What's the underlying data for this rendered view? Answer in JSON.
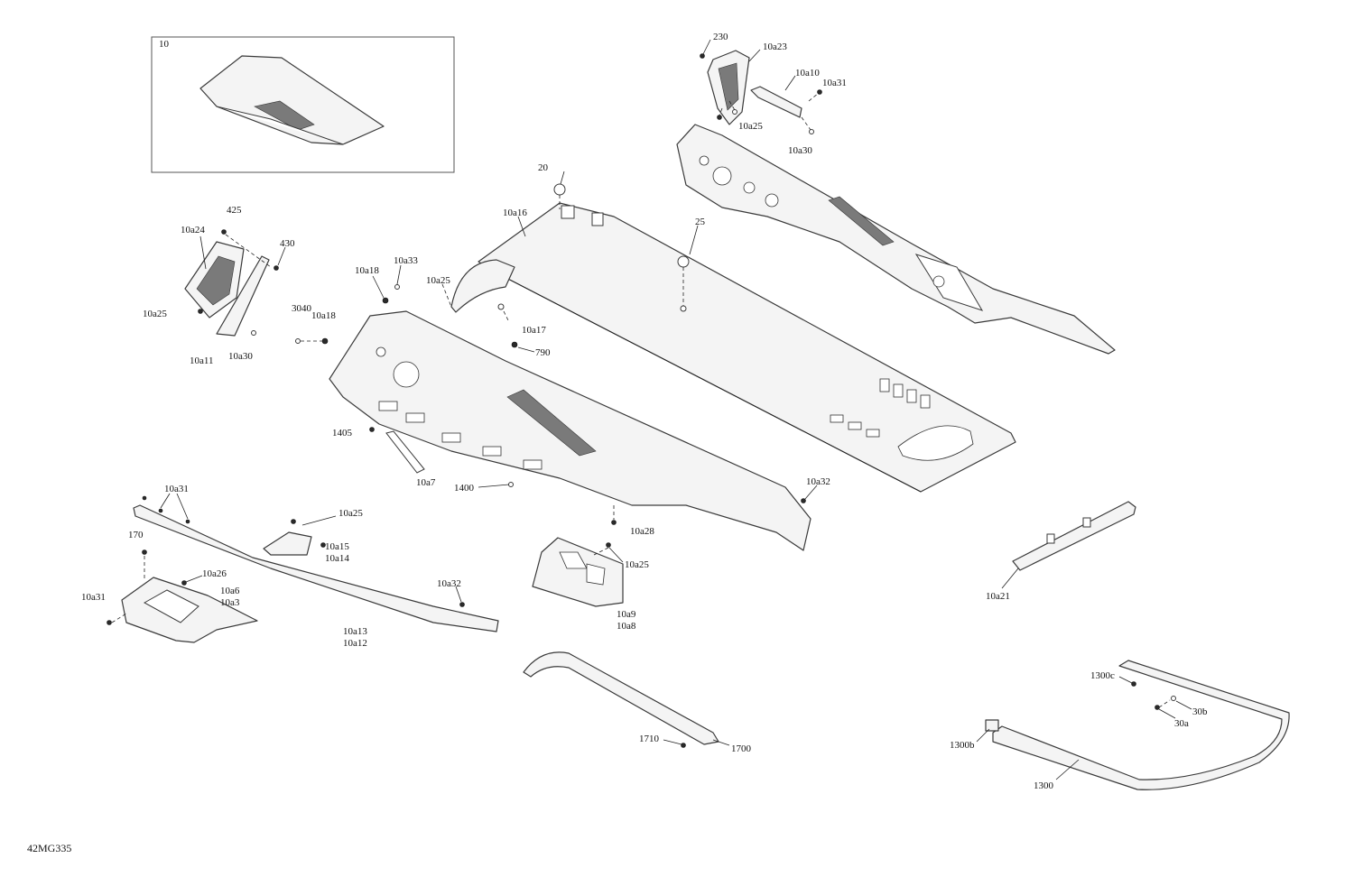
{
  "diagram_code": "42MG335",
  "callouts": {
    "c10": "10",
    "c230": "230",
    "c10a23": "10a23",
    "c10a10": "10a10",
    "c10a31_top": "10a31",
    "c10a25_top": "10a25",
    "c10a30_top": "10a30",
    "c20": "20",
    "c10a16": "10a16",
    "c25": "25",
    "c425": "425",
    "c10a24": "10a24",
    "c430": "430",
    "c10a25_left": "10a25",
    "c10a11": "10a11",
    "c10a30_left": "10a30",
    "c3040": "3040",
    "c10a18_a": "10a18",
    "c10a18_b": "10a18",
    "c10a33": "10a33",
    "c10a25_mid": "10a25",
    "c10a17": "10a17",
    "c790": "790",
    "c1405": "1405",
    "c10a7": "10a7",
    "c1400": "1400",
    "c10a32_right": "10a32",
    "c10a28": "10a28",
    "c10a25_bracket": "10a25",
    "c10a9": "10a9",
    "c10a8": "10a8",
    "c10a31_rail": "10a31",
    "c10a25_low": "10a25",
    "c10a15": "10a15",
    "c10a14": "10a14",
    "c170": "170",
    "c10a26": "10a26",
    "c10a6": "10a6",
    "c10a3": "10a3",
    "c10a31_low": "10a31",
    "c10a32_rail": "10a32",
    "c10a13": "10a13",
    "c10a12": "10a12",
    "c10a21": "10a21",
    "c1710": "1710",
    "c1700": "1700",
    "c1300c": "1300c",
    "c30b": "30b",
    "c30a": "30a",
    "c1300b": "1300b",
    "c1300": "1300"
  }
}
